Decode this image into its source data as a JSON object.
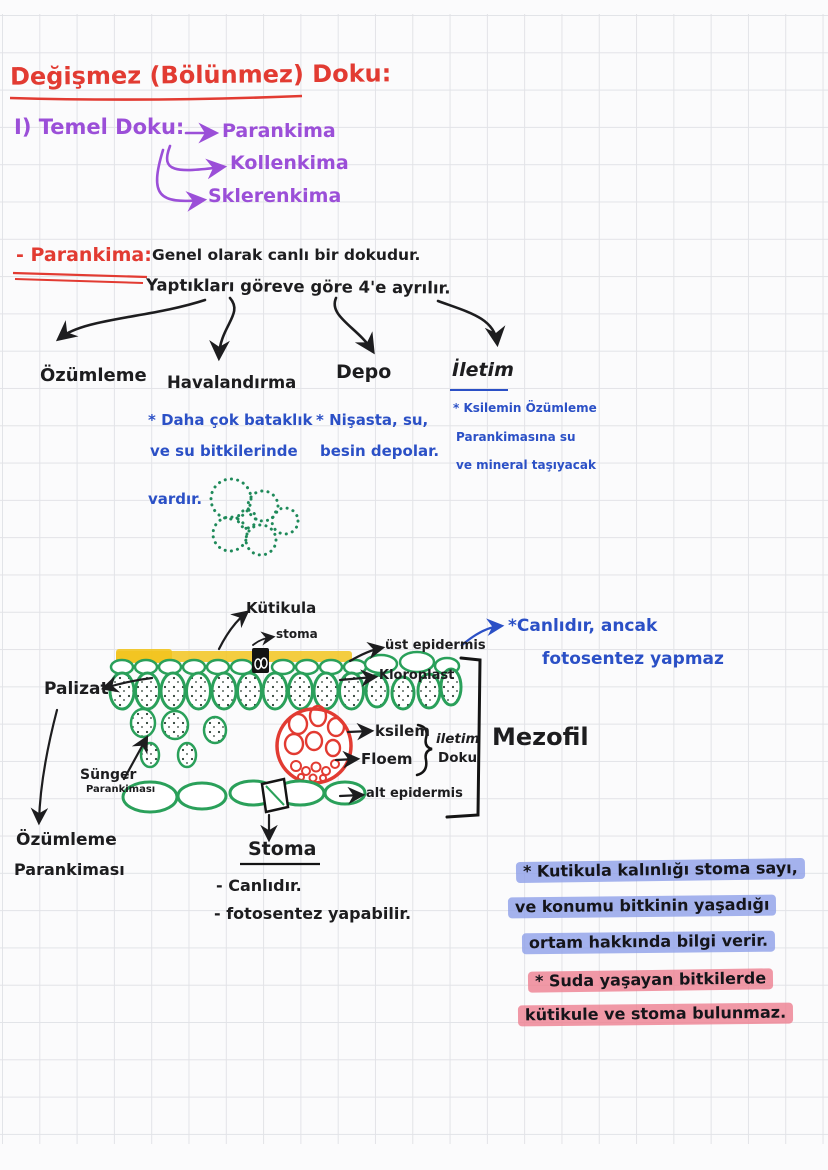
{
  "title": "Değişmez (Bölünmez) Doku:",
  "temel": {
    "heading": "I) Temel Doku:",
    "items": [
      "Parankima",
      "Kollenkima",
      "Sklerenkima"
    ]
  },
  "parankima": {
    "label": "- Parankima:",
    "desc1": "Genel olarak canlı bir dokudur.",
    "desc2": "Yaptıkları göreve göre 4'e ayrılır."
  },
  "categories": {
    "ozumleme": {
      "label": "Özümleme"
    },
    "havalandirma": {
      "label": "Havalandırma",
      "notes": [
        "* Daha çok bataklık",
        "ve su bitkilerinde",
        "vardır."
      ]
    },
    "depo": {
      "label": "Depo",
      "notes": [
        "* Nişasta, su,",
        "besin depolar."
      ]
    },
    "iletim": {
      "label": "İletim",
      "notes": [
        "* Ksilemin Özümleme",
        "Parankimasına su",
        "ve mineral taşıyacak"
      ]
    }
  },
  "diagram": {
    "kutikula": "Kütikula",
    "stoma_small": "stoma",
    "ust_epidermis": "üst epidermis",
    "kloroplast": "Kloroplast",
    "ksilem": "ksilem",
    "floem": "Floem",
    "iletim_doku": [
      "iletim",
      "Doku"
    ],
    "alt_epidermis": "alt epidermis",
    "palizat": "Palizat",
    "sunger": [
      "Sünger",
      "Parankiması"
    ],
    "ozumleme_parankimasi": [
      "Özümleme",
      "Parankiması"
    ],
    "mezofil": "Mezofil",
    "epidermis_note": [
      "*Canlıdır, ancak",
      "fotosentez yapmaz"
    ]
  },
  "stoma": {
    "heading": "Stoma",
    "notes": [
      "- Canlıdır.",
      "- fotosentez yapabilir."
    ]
  },
  "highlights": {
    "blue_note": [
      "* Kutikula kalınlığı stoma sayı,",
      "ve konumu bitkinin yaşadığı",
      "ortam hakkında bilgi verir."
    ],
    "pink_note": [
      "* Suda yaşayan bitkilerde",
      "kütikule ve stoma bulunmaz."
    ]
  },
  "colors": {
    "ink_red": "#e23b32",
    "ink_purple": "#9b4fd8",
    "ink_blue": "#2b50c6",
    "ink_green": "#2aa05a",
    "ink_black": "#1d1d1f",
    "highlight_yellow": "#f2c41f",
    "highlight_blue": "#8fa0e8",
    "highlight_pink": "#ee8090",
    "paper": "#fbfbfc",
    "grid_line": "#caccd4"
  }
}
